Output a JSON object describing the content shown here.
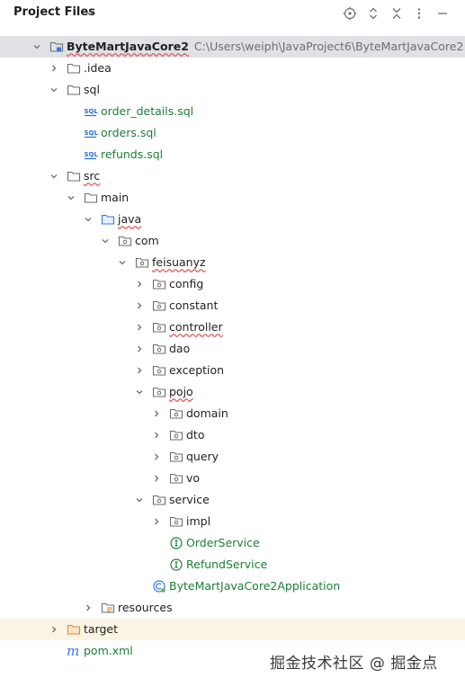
{
  "header": {
    "title": "Project Files",
    "actions": [
      "locate-icon",
      "expand-collapse-icon",
      "close-tree-icon",
      "more-options-icon",
      "hide-panel-icon"
    ]
  },
  "tree": [
    {
      "label": "ByteMartJavaCore2",
      "path": "C:\\Users\\weiph\\JavaProject6\\ByteMartJavaCore2",
      "icon": "module-folder-icon",
      "indent": 0,
      "arrow": "down",
      "bold": true,
      "squiggle": true,
      "selected": true
    },
    {
      "label": ".idea",
      "icon": "folder-icon",
      "indent": 1,
      "arrow": "right"
    },
    {
      "label": "sql",
      "icon": "folder-icon",
      "indent": 1,
      "arrow": "down"
    },
    {
      "label": "order_details.sql",
      "icon": "sql-file-icon",
      "indent": 2,
      "arrow": "none",
      "green": true
    },
    {
      "label": "orders.sql",
      "icon": "sql-file-icon",
      "indent": 2,
      "arrow": "none",
      "green": true
    },
    {
      "label": "refunds.sql",
      "icon": "sql-file-icon",
      "indent": 2,
      "arrow": "none",
      "green": true
    },
    {
      "label": "src",
      "icon": "folder-icon",
      "indent": 1,
      "arrow": "down",
      "squiggle": true
    },
    {
      "label": "main",
      "icon": "folder-icon",
      "indent": 2,
      "arrow": "down"
    },
    {
      "label": "java",
      "icon": "source-folder-icon",
      "indent": 3,
      "arrow": "down",
      "squiggle": true
    },
    {
      "label": "com",
      "icon": "package-icon",
      "indent": 4,
      "arrow": "down"
    },
    {
      "label": "feisuanyz",
      "icon": "package-icon",
      "indent": 5,
      "arrow": "down",
      "squiggle": true
    },
    {
      "label": "config",
      "icon": "package-icon",
      "indent": 6,
      "arrow": "right"
    },
    {
      "label": "constant",
      "icon": "package-icon",
      "indent": 6,
      "arrow": "right"
    },
    {
      "label": "controller",
      "icon": "package-icon",
      "indent": 6,
      "arrow": "right",
      "squiggle": true
    },
    {
      "label": "dao",
      "icon": "package-icon",
      "indent": 6,
      "arrow": "right"
    },
    {
      "label": "exception",
      "icon": "package-icon",
      "indent": 6,
      "arrow": "right"
    },
    {
      "label": "pojo",
      "icon": "package-icon",
      "indent": 6,
      "arrow": "down",
      "squiggle": true
    },
    {
      "label": "domain",
      "icon": "package-icon",
      "indent": 7,
      "arrow": "right"
    },
    {
      "label": "dto",
      "icon": "package-icon",
      "indent": 7,
      "arrow": "right"
    },
    {
      "label": "query",
      "icon": "package-icon",
      "indent": 7,
      "arrow": "right"
    },
    {
      "label": "vo",
      "icon": "package-icon",
      "indent": 7,
      "arrow": "right"
    },
    {
      "label": "service",
      "icon": "package-icon",
      "indent": 6,
      "arrow": "down"
    },
    {
      "label": "impl",
      "icon": "package-icon",
      "indent": 7,
      "arrow": "right"
    },
    {
      "label": "OrderService",
      "icon": "interface-icon",
      "indent": 7,
      "arrow": "none",
      "green": true
    },
    {
      "label": "RefundService",
      "icon": "interface-icon",
      "indent": 7,
      "arrow": "none",
      "green": true
    },
    {
      "label": "ByteMartJavaCore2Application",
      "icon": "spring-class-icon",
      "indent": 6,
      "arrow": "none",
      "green": true
    },
    {
      "label": "resources",
      "icon": "resources-folder-icon",
      "indent": 3,
      "arrow": "right"
    },
    {
      "label": "target",
      "icon": "excluded-folder-icon",
      "indent": 1,
      "arrow": "right",
      "highlight": true
    },
    {
      "label": "pom.xml",
      "icon": "maven-icon",
      "indent": 1,
      "arrow": "none",
      "green": true
    }
  ],
  "watermark": "掘金技术社区 @ 掘金点",
  "colors": {
    "selected": "#dfe1e5",
    "target_highlight": "#fbf3e4",
    "vcs_added": "#1a7f37",
    "sql_blue": "#2a6fd1"
  }
}
